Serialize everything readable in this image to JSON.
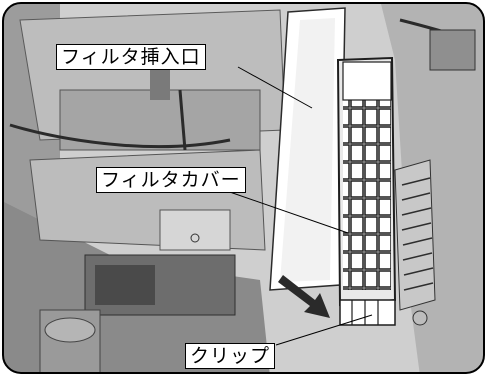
{
  "callouts": {
    "filter_inlet": "フィルタ挿入口",
    "filter_cover": "フィルタカバー",
    "clip": "クリップ"
  },
  "colors": {
    "background": "#ffffff",
    "photo_light": "#d9d9d9",
    "photo_mid": "#a6a6a6",
    "photo_dark": "#3a3a3a",
    "line": "#000000"
  }
}
